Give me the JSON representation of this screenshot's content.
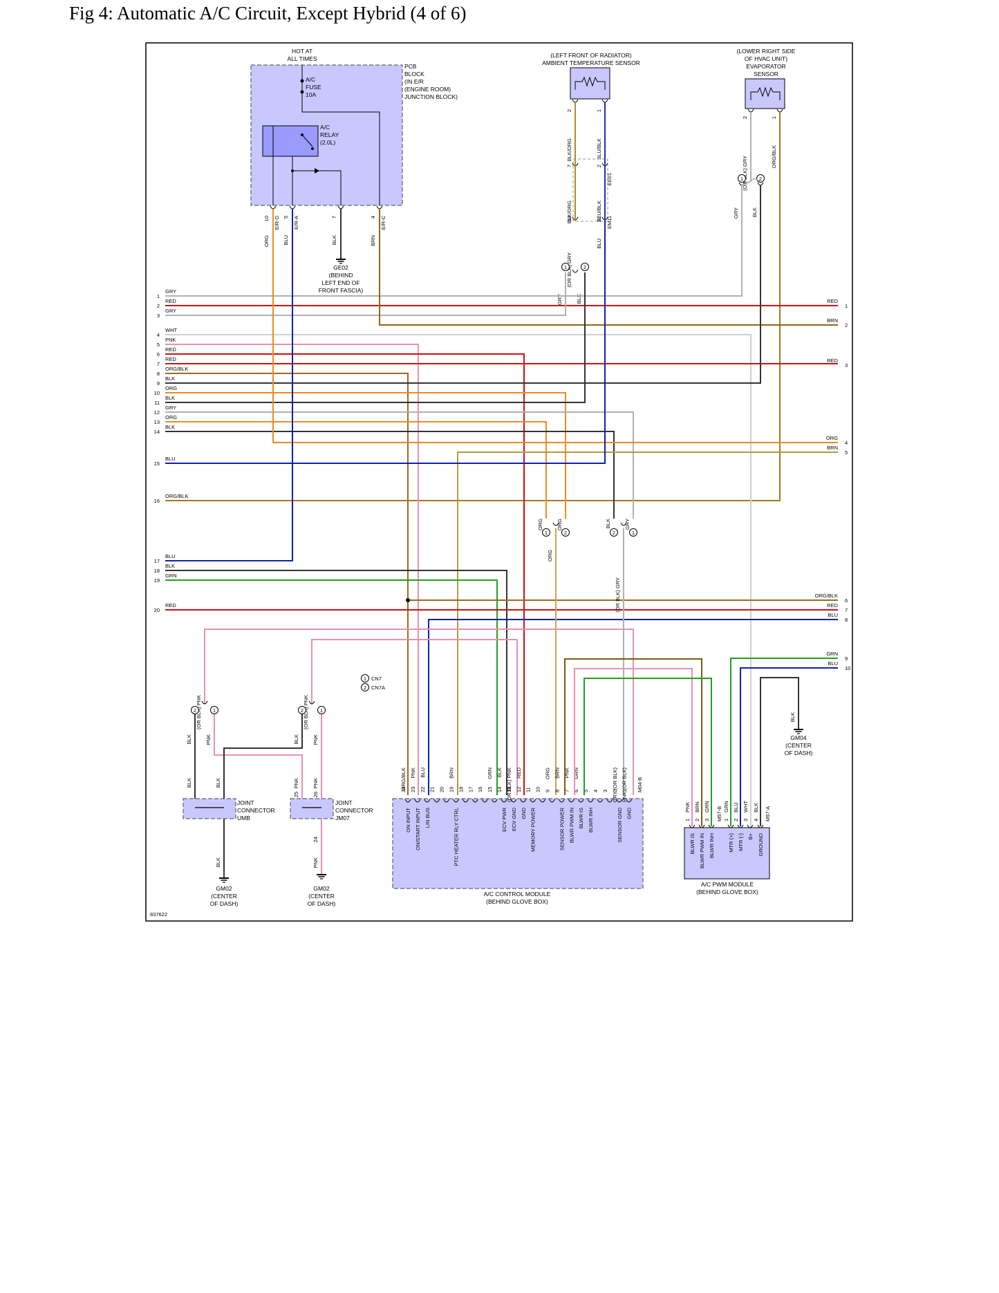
{
  "title": "Fig 4: Automatic A/C Circuit, Except Hybrid (4 of 6)",
  "diagram_id": "837622",
  "colors": {
    "GRY": "#b0b0b0",
    "RED": "#d01010",
    "BRN": "#8a6a1a",
    "WHT": "#cfcfcf",
    "PNK": "#e890b0",
    "ORG": "#f08a20",
    "ORGBLK": "#b86a20",
    "BLK": "#333333",
    "BLU": "#1020b0",
    "GRN": "#20a020",
    "module_fill": "#c8c8ff"
  },
  "pcb": {
    "hot": [
      "HOT AT",
      "ALL TIMES"
    ],
    "name": [
      "PCB",
      "BLOCK",
      "(IN E/R",
      "(ENGINE ROOM)",
      "JUNCTION BLOCK)"
    ],
    "fuse": [
      "A/C",
      "FUSE",
      "10A"
    ],
    "relay": [
      "A/C",
      "RELAY",
      "(2.0L)"
    ],
    "pins": [
      {
        "num": "10",
        "conn": "E/R-D",
        "color": "ORG"
      },
      {
        "num": "5",
        "conn": "E/R-A",
        "color": "BLU"
      },
      {
        "num": "7",
        "conn": "",
        "color": "BLK"
      },
      {
        "num": "4",
        "conn": "E/R-C",
        "color": "BRN"
      }
    ]
  },
  "ground_ge02": [
    "GE02",
    "(BEHIND",
    "LEFT END OF",
    "FRONT FASCIA)"
  ],
  "amb_sensor": {
    "label": [
      "(LEFT FRONT OF RADIATOR)",
      "AMBIENT TEMPERATURE SENSOR"
    ],
    "pin_a": "2",
    "pin_b": "1",
    "wire_a": "BLK/ORG",
    "wire_b": "BLU/BLK",
    "ee01": {
      "conn": "EE01",
      "pin_a": "7",
      "pin_b": "2"
    },
    "em11": {
      "conn": "EM11",
      "pin_a": "58",
      "pin_b": "22"
    },
    "em11_wire_a": "(OR BLK)  GRY",
    "em11_wire_b": "BLU"
  },
  "evap_sensor": {
    "label": [
      "(LOWER RIGHT SIDE",
      "OF HVAC UNIT)",
      "EVAPORATOR",
      "SENSOR"
    ],
    "pin_a": "2",
    "pin_b": "1",
    "wire_a": "(OR BLK)  GRY",
    "wire_b": "ORG/BLK",
    "out_a": "GRY",
    "out_b": "BLK"
  },
  "left_rows": [
    {
      "n": "1",
      "c": "GRY"
    },
    {
      "n": "2",
      "c": "RED"
    },
    {
      "n": "3",
      "c": "GRY"
    },
    {
      "n": "4",
      "c": "WHT"
    },
    {
      "n": "5",
      "c": "PNK"
    },
    {
      "n": "6",
      "c": "RED"
    },
    {
      "n": "7",
      "c": "RED"
    },
    {
      "n": "8",
      "c": "ORG/BLK"
    },
    {
      "n": "9",
      "c": "BLK"
    },
    {
      "n": "10",
      "c": "ORG"
    },
    {
      "n": "11",
      "c": "BLK"
    },
    {
      "n": "12",
      "c": "GRY"
    },
    {
      "n": "13",
      "c": "ORG"
    },
    {
      "n": "14",
      "c": "BLK"
    },
    {
      "n": "15",
      "c": "BLU"
    },
    {
      "n": "16",
      "c": "ORG/BLK"
    },
    {
      "n": "17",
      "c": "BLU"
    },
    {
      "n": "18",
      "c": "BLK"
    },
    {
      "n": "19",
      "c": "GRN"
    },
    {
      "n": "20",
      "c": "RED"
    }
  ],
  "right_rows": [
    {
      "n": "1",
      "c": "RED"
    },
    {
      "n": "2",
      "c": "BRN"
    },
    {
      "n": "3",
      "c": "RED"
    },
    {
      "n": "4",
      "c": "ORG"
    },
    {
      "n": "5",
      "c": "BRN"
    },
    {
      "n": "6",
      "c": "ORG/BLK"
    },
    {
      "n": "7",
      "c": "RED"
    },
    {
      "n": "8",
      "c": "BLU"
    },
    {
      "n": "9",
      "c": "GRN"
    },
    {
      "n": "10",
      "c": "BLU"
    }
  ],
  "splice_labels": {
    "mid_a": "GRY",
    "mid_b": "BLK",
    "low_a": "ORG",
    "low_b": "ORG",
    "low_out": "ORG",
    "low2_a": "BLK",
    "low2_b": "GRY",
    "low2_out": "(OR BLK)  GRY"
  },
  "legend": {
    "one": "CN7",
    "two": "CN7A"
  },
  "cn_left": {
    "wire_top": "(OR BLK)  PNK",
    "a": "BLK",
    "b": "PNK",
    "a2": "BLK",
    "b2": "BLK"
  },
  "cn_right": {
    "wire_top": "(OR BLK)  PNK",
    "a": "BLK",
    "b": "PNK",
    "a2": "PNK",
    "b2": "PNK",
    "pin_a": "25",
    "pin_b": "26",
    "pin_out": "24",
    "out": "PNK"
  },
  "jc_umb": {
    "label": [
      "JOINT",
      "CONNECTOR",
      "UMB"
    ],
    "out": "BLK"
  },
  "jc_jm07": {
    "label": [
      "JOINT",
      "CONNECTOR",
      "JM07"
    ]
  },
  "gm02": [
    "GM02",
    "(CENTER",
    "OF DASH)"
  ],
  "gm04": {
    "wire": "BLK",
    "label": [
      "GM04",
      "(CENTER",
      "OF DASH)"
    ]
  },
  "acm": {
    "label": [
      "A/C CONTROL MODULE",
      "(BEHIND GLOVE BOX)"
    ],
    "conn": "M04-B",
    "pins": [
      "24",
      "23",
      "22",
      "21",
      "20",
      "19",
      "18",
      "17",
      "16",
      "15",
      "14",
      "13",
      "12",
      "11",
      "10",
      "9",
      "8",
      "7",
      "6",
      "5",
      "4",
      "3",
      "2",
      "1"
    ],
    "wires": {
      "24": "ORG/BLK",
      "23": "PNK",
      "22": "BLU",
      "19": "BRN",
      "15": "GRN",
      "14": "BLK",
      "13": "(OR BLK)  PNK",
      "12": "RED",
      "9": "ORG",
      "8": "BRN",
      "7": "PNK",
      "6": "GRN",
      "2": "GRY  (OR BLK)",
      "1": "PNK  (OR BLK)"
    },
    "functions": {
      "24": "ON INPUT",
      "23": "ON/START INPUT",
      "22": "LIN BUS",
      "19": "PTC HEATER RLY CTRL",
      "14": "ECV PWR",
      "13": "ECV GND",
      "12": "GND",
      "11": "MEMORY POWER",
      "8": "SENSOR POWER",
      "7": "BLWR PWM IN",
      "6": "BLWR IS",
      "5": "BLWR INH",
      "2": "SENSOR GND",
      "1": "GND"
    }
  },
  "pwm": {
    "label": [
      "A/C PWM MODULE",
      "(BEHIND GLOVE BOX)"
    ],
    "conn_b": "M57-B",
    "conn_a": "M57-A",
    "pins_b": [
      {
        "n": "1",
        "w": "PNK",
        "f": "BLWR IS"
      },
      {
        "n": "2",
        "w": "BRN",
        "f": "BLWR PWM IN"
      },
      {
        "n": "3",
        "w": "GRN",
        "f": "BLWR INH"
      }
    ],
    "pins_a": [
      {
        "n": "1",
        "w": "GRN",
        "f": "MTR (+)"
      },
      {
        "n": "2",
        "w": "BLU",
        "f": "MTR (-)"
      },
      {
        "n": "3",
        "w": "WHT",
        "f": "B+"
      },
      {
        "n": "4",
        "w": "BLK",
        "f": "GROUND"
      }
    ]
  }
}
